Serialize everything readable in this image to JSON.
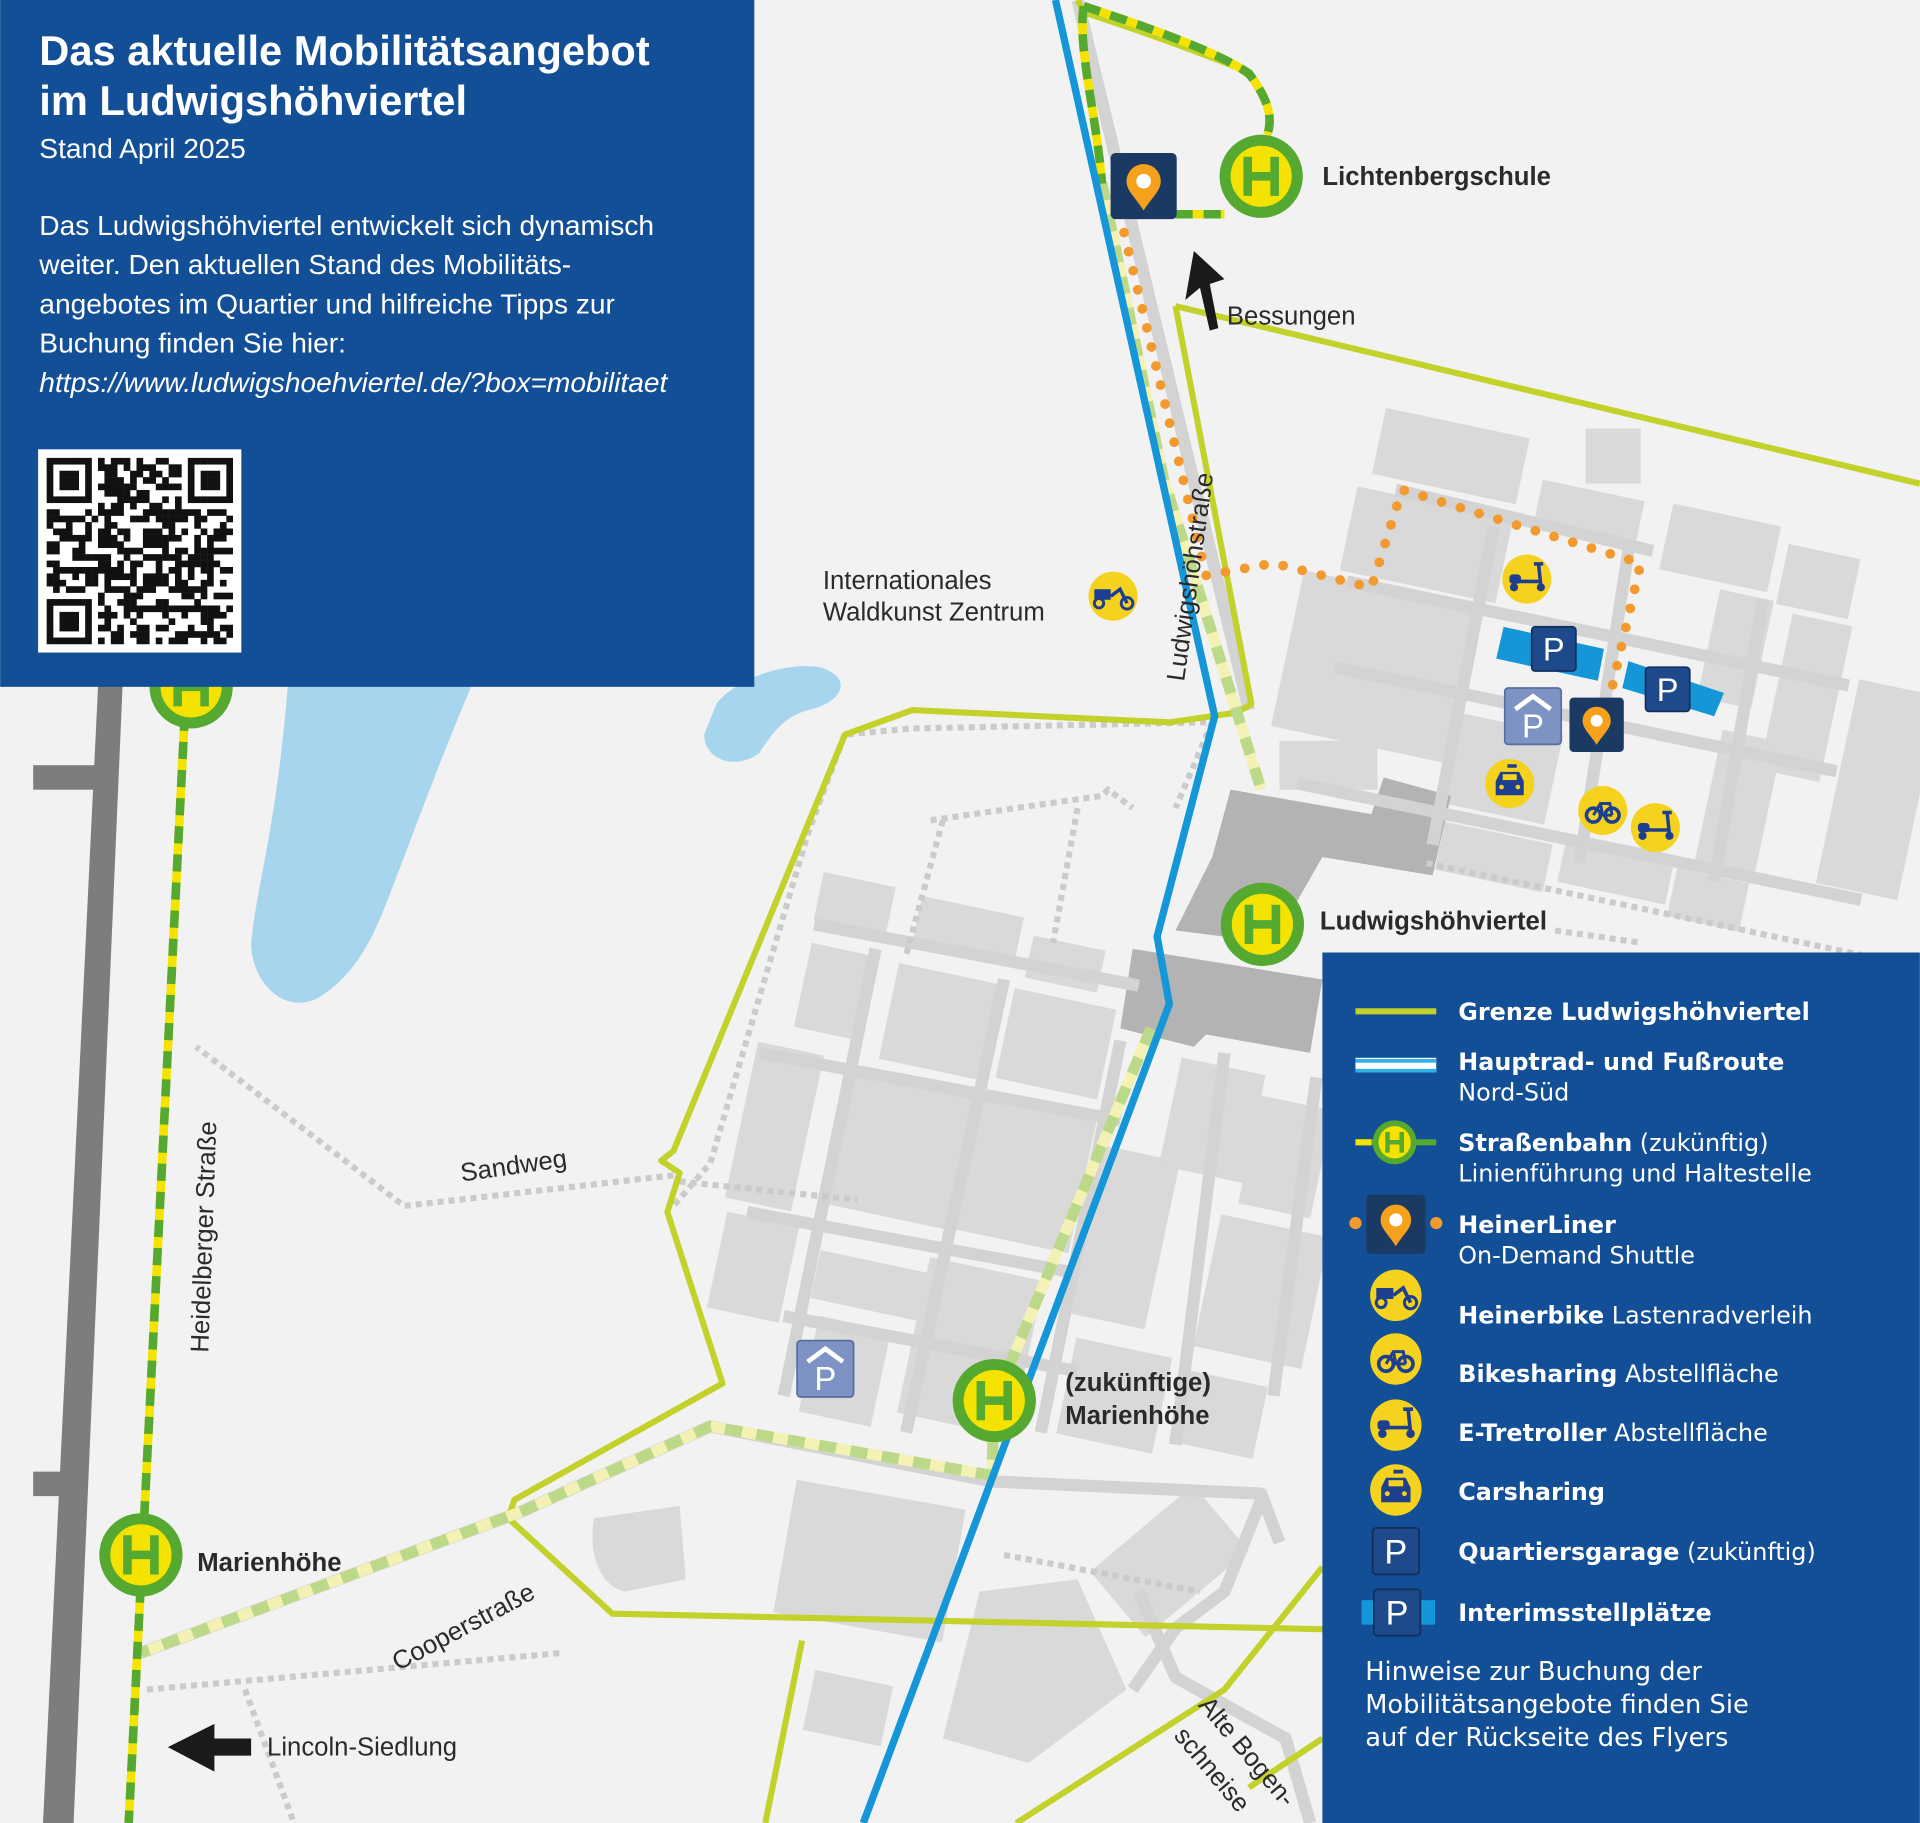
{
  "header": {
    "title_line1": "Das aktuelle Mobilitätsangebot",
    "title_line2": "im Ludwigshöhviertel",
    "subtitle": "Stand April 2025",
    "body_lines": [
      "Das Ludwigshöhviertel entwickelt sich dynamisch",
      "weiter. Den aktuellen Stand des Mobilitäts-",
      "angebotes im Quartier und hilfreiche Tipps zur",
      "Buchung finden Sie hier:"
    ],
    "url": "https://www.ludwigshoehviertel.de/?box=mobilitaet"
  },
  "map": {
    "stops": {
      "lichtenbergschule": "Lichtenbergschule",
      "ludwigshoehviertel": "Ludwigshöhviertel",
      "marienhoehe_future_1": "(zukünftige)",
      "marienhoehe_future_2": "Marienhöhe",
      "marienhoehe": "Marienhöhe"
    },
    "labels": {
      "bessungen": "Bessungen",
      "ludwigshoehstrasse": "Ludwigshöhstraße",
      "waldkunst_1": "Internationales",
      "waldkunst_2": "Waldkunst Zentrum",
      "sandweg": "Sandweg",
      "heidelberger": "Heidelberger Straße",
      "cooperstrasse": "Cooperstraße",
      "lincoln": "Lincoln-Siedlung",
      "alte_1": "Alte Bogen-",
      "alte_2": "schneise"
    },
    "stop_letter": "H",
    "parking_letter": "P"
  },
  "legend": {
    "items": [
      {
        "bold": "Grenze Ludwigshöhviertel",
        "rest": "",
        "sub": ""
      },
      {
        "bold": "Hauptrad- und Fußroute",
        "rest": "",
        "sub": "Nord-Süd"
      },
      {
        "bold": "Straßenbahn",
        "rest": " (zukünftig)",
        "sub": "Linienführung und Haltestelle"
      },
      {
        "bold": "HeinerLiner",
        "rest": "",
        "sub": "On-Demand Shuttle"
      },
      {
        "bold": "Heinerbike",
        "rest": " Lastenradverleih",
        "sub": ""
      },
      {
        "bold": "Bikesharing",
        "rest": " Abstellfläche",
        "sub": ""
      },
      {
        "bold": "E-Tretroller",
        "rest": " Abstellfläche",
        "sub": ""
      },
      {
        "bold": "Carsharing",
        "rest": "",
        "sub": ""
      },
      {
        "bold": "Quartiersgarage",
        "rest": " (zukünftig)",
        "sub": ""
      },
      {
        "bold": "Interimsstellplätze",
        "rest": "",
        "sub": ""
      }
    ],
    "note_lines": [
      "Hinweise zur Buchung der",
      "Mobilitätsangebote finden Sie",
      "auf der Rückseite des Flyers"
    ]
  },
  "colors": {
    "panel_blue": "#134f96",
    "boundary": "#c3d12b",
    "route_blue": "#1596d8",
    "tram_green": "#55a930",
    "tram_yellow": "#f4e300",
    "heinerliner_orange": "#f29a2e"
  }
}
